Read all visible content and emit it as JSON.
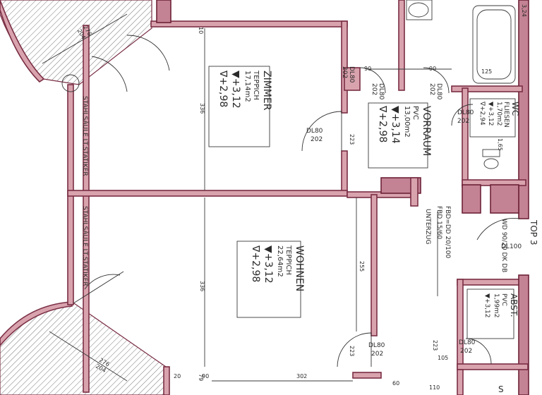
{
  "rooms": {
    "zimmer": {
      "name": "ZIMMER",
      "floor": "TEPPICH",
      "area": "17,14m2",
      "h1": "▼+3,12",
      "h2": "∇+2,98"
    },
    "wohnen": {
      "name": "WOHNEN",
      "floor": "TEPPICH",
      "area": "22,64m2",
      "h1": "▼+3,12",
      "h2": "∇+2,98"
    },
    "vorraum": {
      "name": "VORRAUM",
      "floor": "PVC",
      "area": "13,00m2",
      "h1": "▼+3,14",
      "h2": "∇+2,98"
    },
    "wc": {
      "name": "WC",
      "floor": "FLIESEN",
      "area": "1,70m2",
      "h1": "▼+3,12",
      "h2": "∇+2,94"
    },
    "abst": {
      "name": "ABST.",
      "floor": "PVC",
      "area": "1,99m2",
      "h1": "▼+3,12"
    }
  },
  "labels": {
    "stahlsaeule1": "STAHLSÄULE LT.STATIKER",
    "stahlsaeule2": "STAHLSÄULE LT.STATIKER",
    "top": "TOP 3",
    "unterzug": "UNTERZUG",
    "fbd": "FBD=DD 20/100",
    "fbd2": "FBD 15/60",
    "wd": "WD 90/20 DK DB",
    "dl100": "DL100",
    "sw": "S"
  },
  "doors": {
    "d1": {
      "a": "DL80",
      "b": "202"
    },
    "d2": {
      "a": "DL80",
      "b": "202"
    },
    "d3": {
      "a": "DL80",
      "b": "202"
    },
    "d4": {
      "a": "DL80",
      "b": "202"
    },
    "d5": {
      "a": "DL80",
      "b": "202"
    },
    "d6": {
      "a": "DL80",
      "b": "202"
    },
    "d7": {
      "a": "DL80",
      "b": "202"
    }
  },
  "dims": {
    "d336a": "336",
    "d336b": "336",
    "d255": "255",
    "d302": "302",
    "d90a": "90",
    "d90b": "90",
    "d90c": "90",
    "d20": "20",
    "d10": "10",
    "d60": "60",
    "d223a": "223",
    "d223b": "223",
    "d223c": "223",
    "d165": "1,65",
    "d125": "125",
    "d324": "3,24",
    "d276a": "276",
    "d204a": "204",
    "d276b": "276",
    "d204b": "204",
    "d79": "79",
    "d110": "110",
    "d105": "105"
  }
}
